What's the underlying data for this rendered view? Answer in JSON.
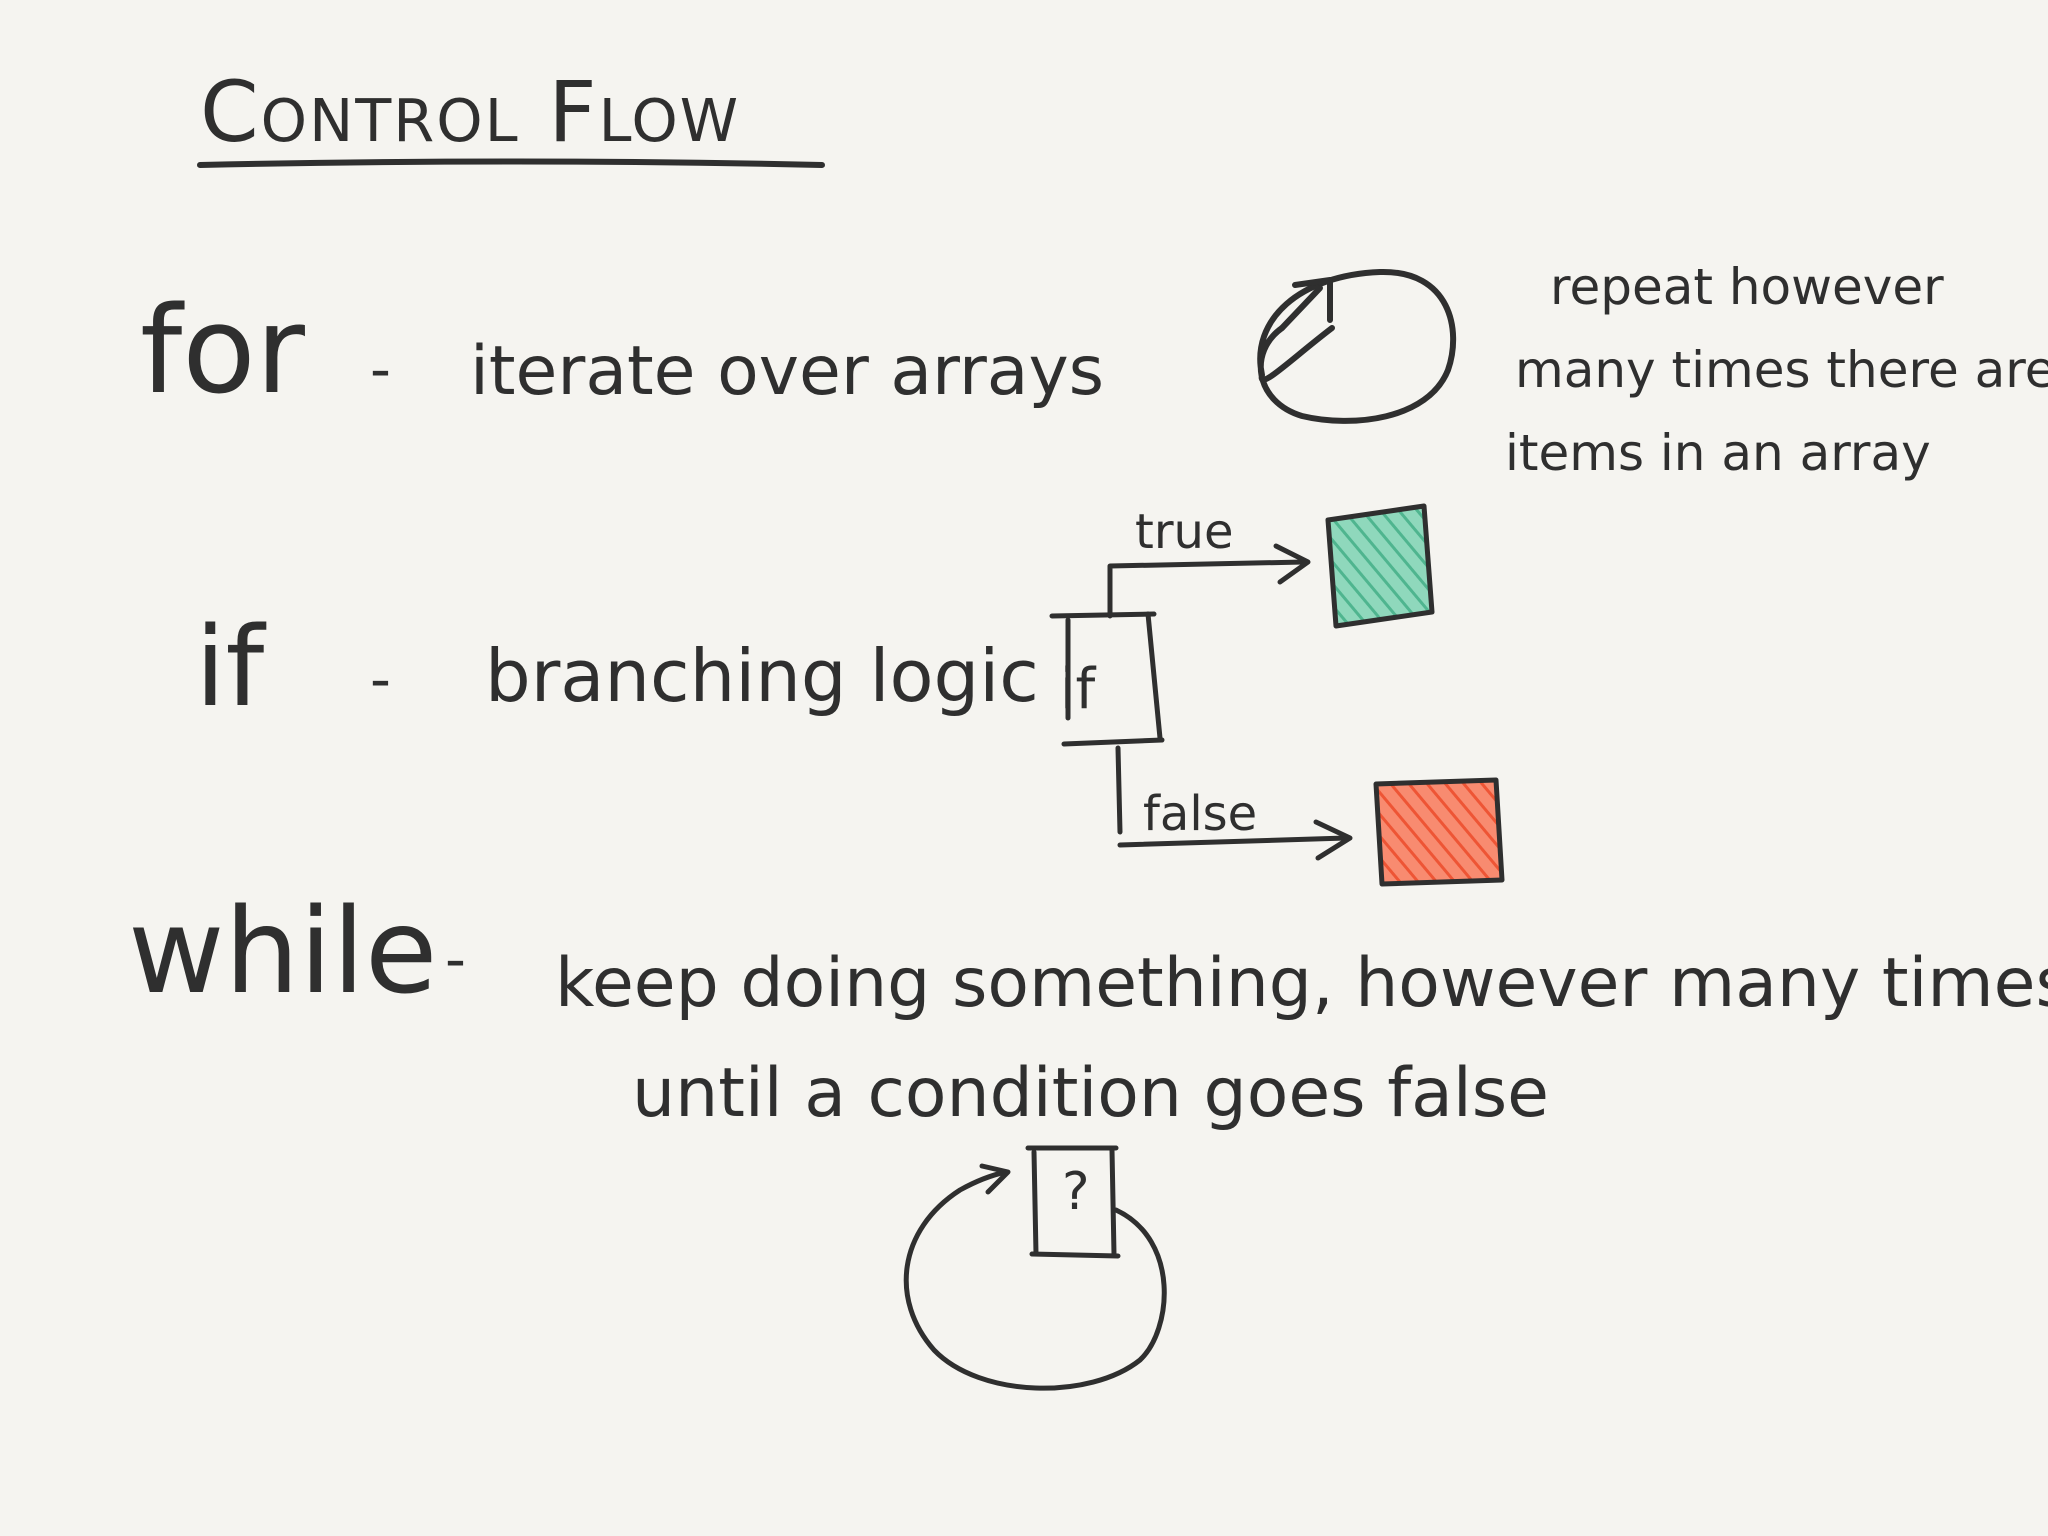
{
  "title": "Control Flow",
  "colors": {
    "ink": "#2f2f2f",
    "true_branch": "#6fc9a6",
    "false_branch": "#f26a4b",
    "paper": "#f5f4f0"
  },
  "sections": {
    "for": {
      "keyword": "for",
      "dash": "-",
      "description": "iterate over arrays",
      "note": [
        "repeat however",
        "many times there are",
        "items in an array"
      ],
      "icon": "loop-arrow-icon"
    },
    "if": {
      "keyword": "if",
      "dash": "-",
      "description": "branching logic",
      "box_label": "if",
      "true_label": "true",
      "false_label": "false"
    },
    "while": {
      "keyword": "while",
      "dash": "-",
      "description_line1": "keep doing something, however many times,",
      "description_line2": "until a condition goes false",
      "box_label": "?"
    }
  }
}
